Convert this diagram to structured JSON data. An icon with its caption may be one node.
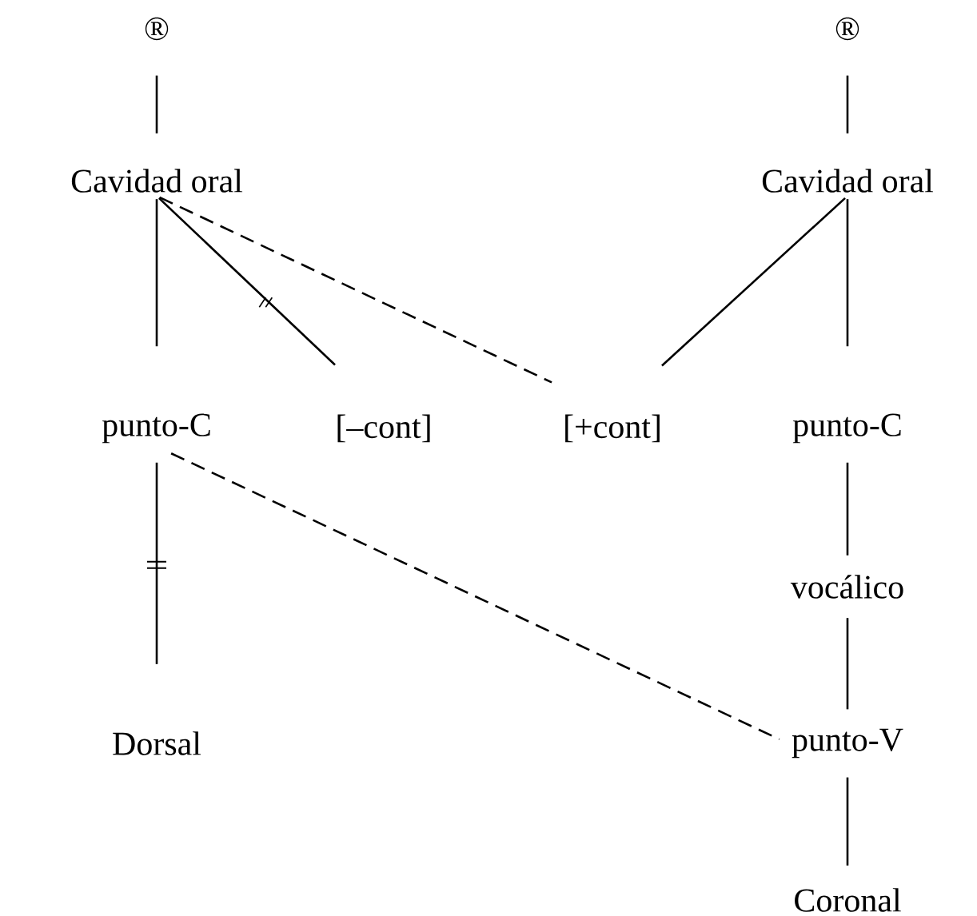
{
  "diagram": {
    "nodes": [
      {
        "text": [
          "®"
        ]
      },
      {
        "text": [
          "®"
        ]
      },
      {
        "text": [
          "Cavidad oral"
        ]
      },
      {
        "text": [
          "Cavidad oral"
        ]
      },
      {
        "text": [
          "punto-C"
        ]
      },
      {
        "text": [
          "[–cont]"
        ]
      },
      {
        "text": [
          "[+cont]"
        ]
      },
      {
        "text": [
          "punto-C"
        ]
      },
      {
        "text": [
          "vocálico"
        ]
      },
      {
        "text": [
          "Dorsal"
        ]
      },
      {
        "text": [
          "punto-V"
        ]
      },
      {
        "text": [
          "Coronal"
        ]
      }
    ],
    "edges": [
      {
        "from": 0,
        "to": 2,
        "arrow": "none"
      },
      {
        "from": 1,
        "to": 3,
        "arrow": "none"
      },
      {
        "from": 2,
        "to": 4,
        "arrow": "none"
      },
      {
        "from": 2,
        "to": 5,
        "arrow": "none"
      },
      {
        "from": 2,
        "to": 6,
        "arrow": "none",
        "style": "dashed"
      },
      {
        "from": 3,
        "to": 6,
        "arrow": "none"
      },
      {
        "from": 3,
        "to": 7,
        "arrow": "none"
      },
      {
        "from": 4,
        "to": 9,
        "arrow": "none"
      },
      {
        "from": 4,
        "to": 10,
        "arrow": "none",
        "style": "dashed"
      },
      {
        "from": 7,
        "to": 8,
        "arrow": "none"
      },
      {
        "from": 8,
        "to": 10,
        "arrow": "none"
      },
      {
        "from": 10,
        "to": 11,
        "arrow": "none"
      }
    ]
  }
}
